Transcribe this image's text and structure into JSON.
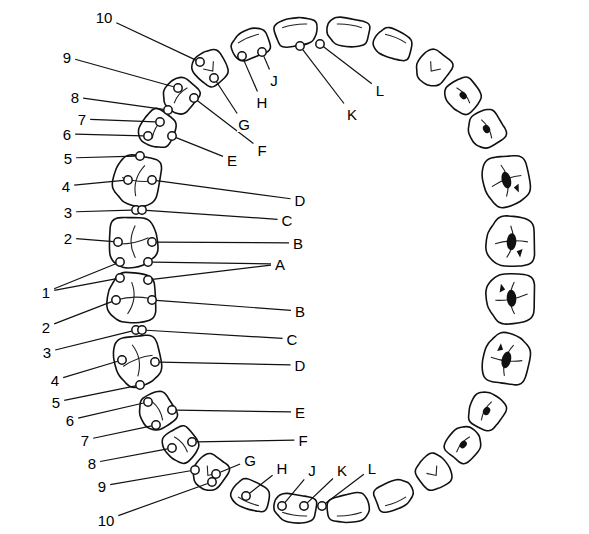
{
  "diagram": {
    "labels": [
      "10",
      "9",
      "8",
      "7",
      "6",
      "5",
      "4",
      "3",
      "2",
      "1",
      "2",
      "3",
      "4",
      "5",
      "6",
      "7",
      "8",
      "9",
      "10",
      "L",
      "K",
      "J",
      "H",
      "G",
      "F",
      "E",
      "D",
      "C",
      "B",
      "A",
      "B",
      "C",
      "D",
      "E",
      "F",
      "G",
      "H",
      "J",
      "K",
      "L"
    ]
  }
}
